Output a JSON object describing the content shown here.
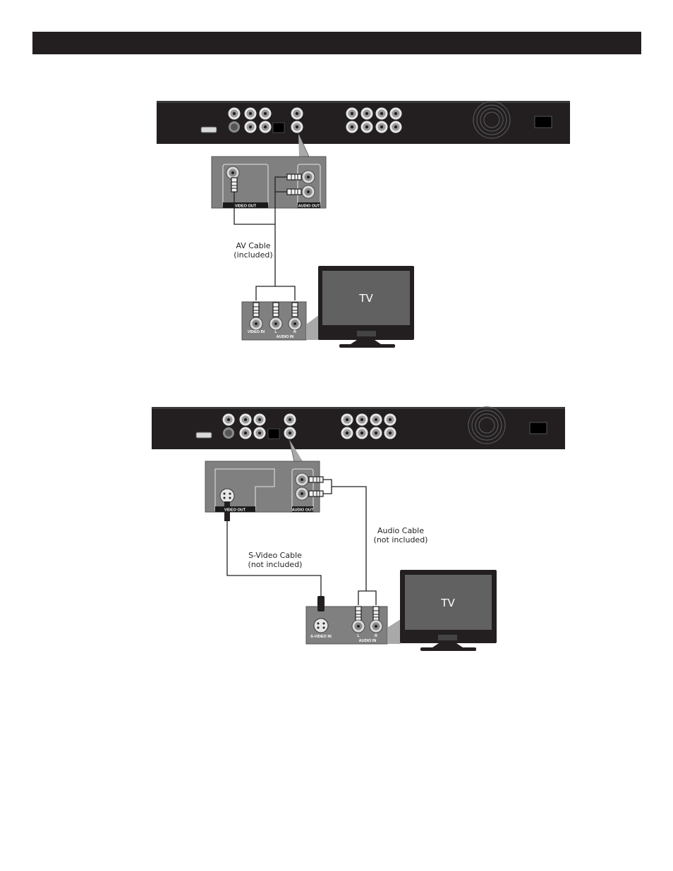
{
  "diagram1": {
    "panel_video_label": "VIDEO OUT",
    "panel_audio_label": "AUDIO OUT",
    "cable_label_line1": "AV Cable",
    "cable_label_line2": "(included)",
    "tv_panel_video_label": "VIDEO IN",
    "tv_panel_l": "L",
    "tv_panel_r": "R",
    "tv_panel_audio_label": "AUDIO IN",
    "tv_screen_label": "TV"
  },
  "diagram2": {
    "panel_video_label": "VIDEO OUT",
    "panel_audio_label": "AUDIO OUT",
    "audio_cable_line1": "Audio Cable",
    "audio_cable_line2": "(not included)",
    "svideo_cable_line1": "S-Video Cable",
    "svideo_cable_line2": "(not included)",
    "tv_panel_svideo_label": "S-VIDEO IN",
    "tv_panel_l": "L",
    "tv_panel_r": "R",
    "tv_panel_audio_label": "AUDIO IN",
    "tv_screen_label": "TV"
  },
  "colors": {
    "device_body": "#231f20",
    "panel_bg": "#808080",
    "tv_screen": "#616161"
  }
}
